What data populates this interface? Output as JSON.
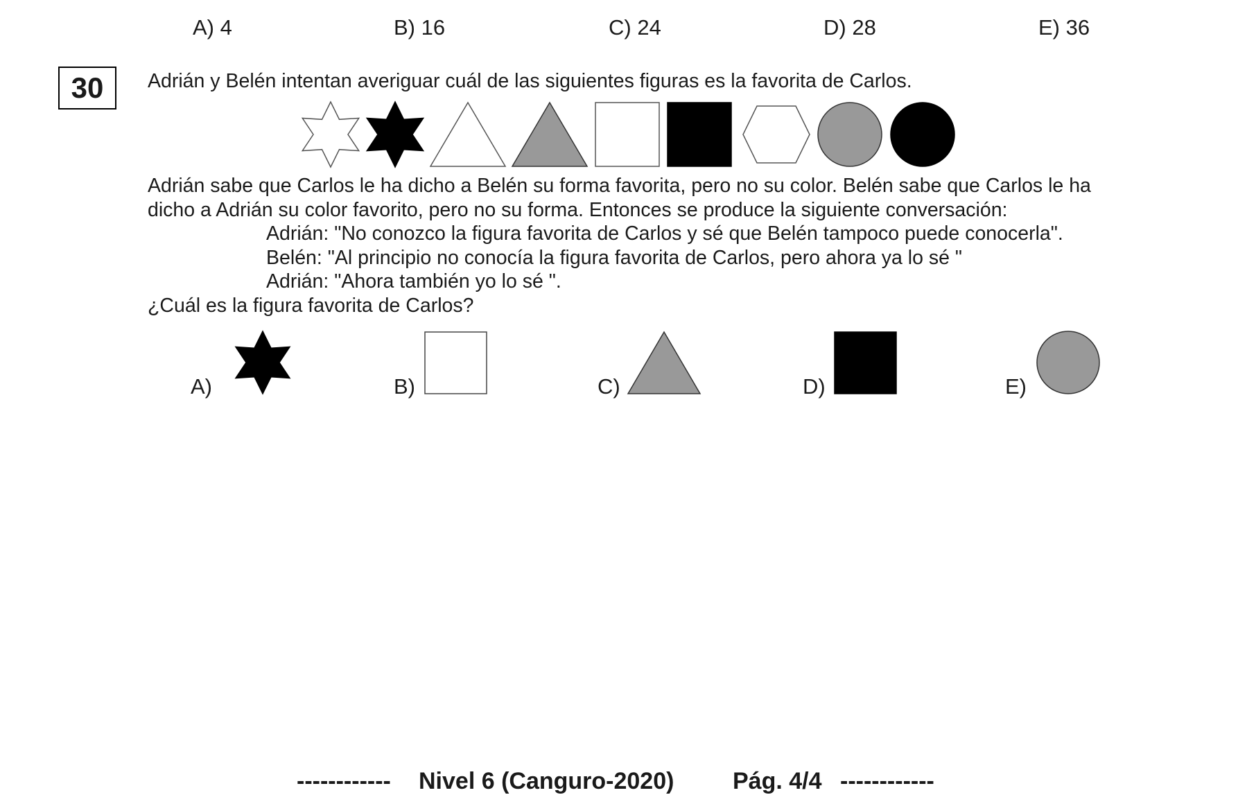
{
  "previous_options": [
    "A) 4",
    "B) 16",
    "C) 24",
    "D) 28",
    "E) 36"
  ],
  "question": {
    "number": "30",
    "intro": "Adrián y Belén intentan averiguar cuál de las siguientes figuras es la favorita de Carlos.",
    "figures": [
      {
        "shape": "star",
        "fill": "#ffffff"
      },
      {
        "shape": "star",
        "fill": "#000000"
      },
      {
        "shape": "triangle",
        "fill": "#ffffff"
      },
      {
        "shape": "triangle",
        "fill": "#999999"
      },
      {
        "shape": "square",
        "fill": "#ffffff"
      },
      {
        "shape": "square",
        "fill": "#000000"
      },
      {
        "shape": "hexagon",
        "fill": "#ffffff"
      },
      {
        "shape": "circle",
        "fill": "#999999"
      },
      {
        "shape": "circle",
        "fill": "#000000"
      }
    ],
    "body_line1": "Adrián sabe que Carlos le ha dicho a Belén su forma favorita, pero no su color. Belén sabe que Carlos le ha",
    "body_line2": "dicho a Adrián su color favorito, pero no su forma. Entonces se produce la siguiente conversación:",
    "dialogue": [
      "Adrián: \"No conozco la figura favorita de Carlos y sé que Belén tampoco puede conocerla\".",
      "Belén: \"Al principio no conocía la figura favorita de Carlos, pero ahora ya lo sé \"",
      "Adrián: \"Ahora también yo lo sé \"."
    ],
    "prompt": "¿Cuál es la figura favorita de Carlos?",
    "answers": [
      {
        "label": "A)",
        "shape": "star",
        "fill": "#000000"
      },
      {
        "label": "B)",
        "shape": "square",
        "fill": "#ffffff"
      },
      {
        "label": "C)",
        "shape": "triangle",
        "fill": "#999999"
      },
      {
        "label": "D)",
        "shape": "square",
        "fill": "#000000"
      },
      {
        "label": "E)",
        "shape": "circle",
        "fill": "#999999"
      }
    ]
  },
  "footer": {
    "dashes_left": "------------",
    "level": "Nivel 6 (Canguro-2020)",
    "page": "Pág. 4/4",
    "dashes_right": "------------"
  }
}
